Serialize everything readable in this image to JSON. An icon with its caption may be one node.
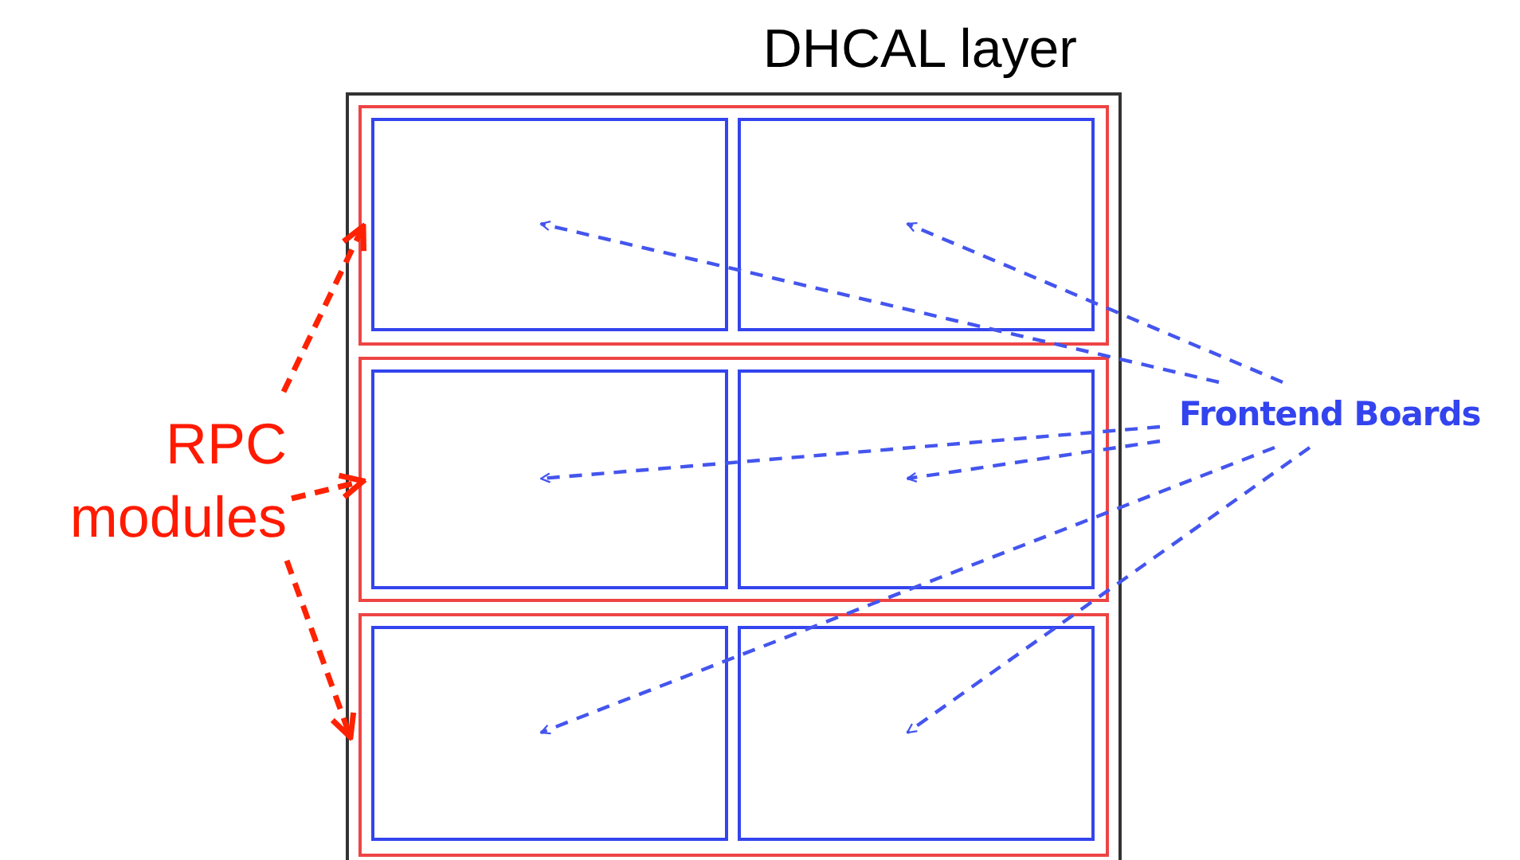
{
  "diagram": {
    "nodes": [
      {
        "text": [
          "DHCAL layer"
        ]
      },
      {
        "text": [],
        "shape": "box",
        "in": 0
      },
      {
        "text": [],
        "shape": "box",
        "in": 1
      },
      {
        "text": [],
        "shape": "box",
        "in": 1
      },
      {
        "text": [],
        "shape": "box",
        "in": 0
      },
      {
        "text": [],
        "shape": "box",
        "in": 4
      },
      {
        "text": [],
        "shape": "box",
        "in": 4
      },
      {
        "text": [],
        "shape": "box",
        "in": 0
      },
      {
        "text": [],
        "shape": "box",
        "in": 7
      },
      {
        "text": [],
        "shape": "box",
        "in": 7
      },
      {
        "text": [
          "RPC modules"
        ]
      },
      {
        "text": [
          "Frontend Boards"
        ]
      }
    ],
    "edges": [
      {
        "from": 10,
        "to": 1,
        "arrow": "to",
        "style": "dashed",
        "color": "#ff2200"
      },
      {
        "from": 10,
        "to": 4,
        "arrow": "to",
        "style": "dashed",
        "color": "#ff2200"
      },
      {
        "from": 10,
        "to": 7,
        "arrow": "to",
        "style": "dashed",
        "color": "#ff2200"
      },
      {
        "from": 11,
        "to": 2,
        "arrow": "to",
        "style": "dashed"
      },
      {
        "from": 11,
        "to": 3,
        "arrow": "to",
        "style": "dashed"
      },
      {
        "from": 11,
        "to": 5,
        "arrow": "to",
        "style": "dashed"
      },
      {
        "from": 11,
        "to": 6,
        "arrow": "to",
        "style": "dashed"
      },
      {
        "from": 11,
        "to": 8,
        "arrow": "to",
        "style": "dashed"
      },
      {
        "from": 11,
        "to": 9,
        "arrow": "to",
        "style": "dashed"
      }
    ]
  }
}
